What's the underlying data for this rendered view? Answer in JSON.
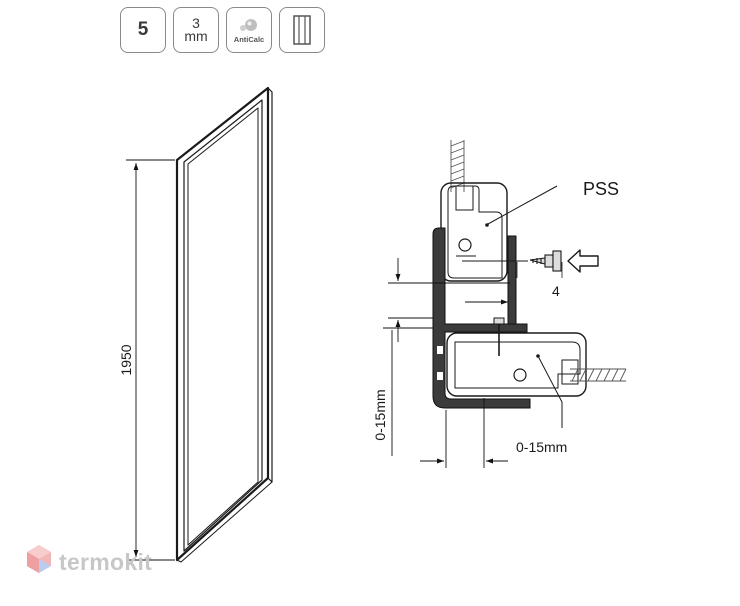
{
  "badges": {
    "thickness": "5",
    "glass_value": "3",
    "glass_unit": "mm",
    "coating": "AntiCalc"
  },
  "panel": {
    "height_label": "1950"
  },
  "profile": {
    "name": "PSS",
    "screw_size": "4",
    "vertical_adjust": "0-15mm",
    "horizontal_adjust": "0-15mm"
  },
  "watermark": {
    "text": "termokit"
  },
  "icon_names": [
    "anticalc-drops-icon",
    "profile-icon",
    "termokit-logo-icon",
    "push-arrow-icon",
    "screw-icon"
  ]
}
